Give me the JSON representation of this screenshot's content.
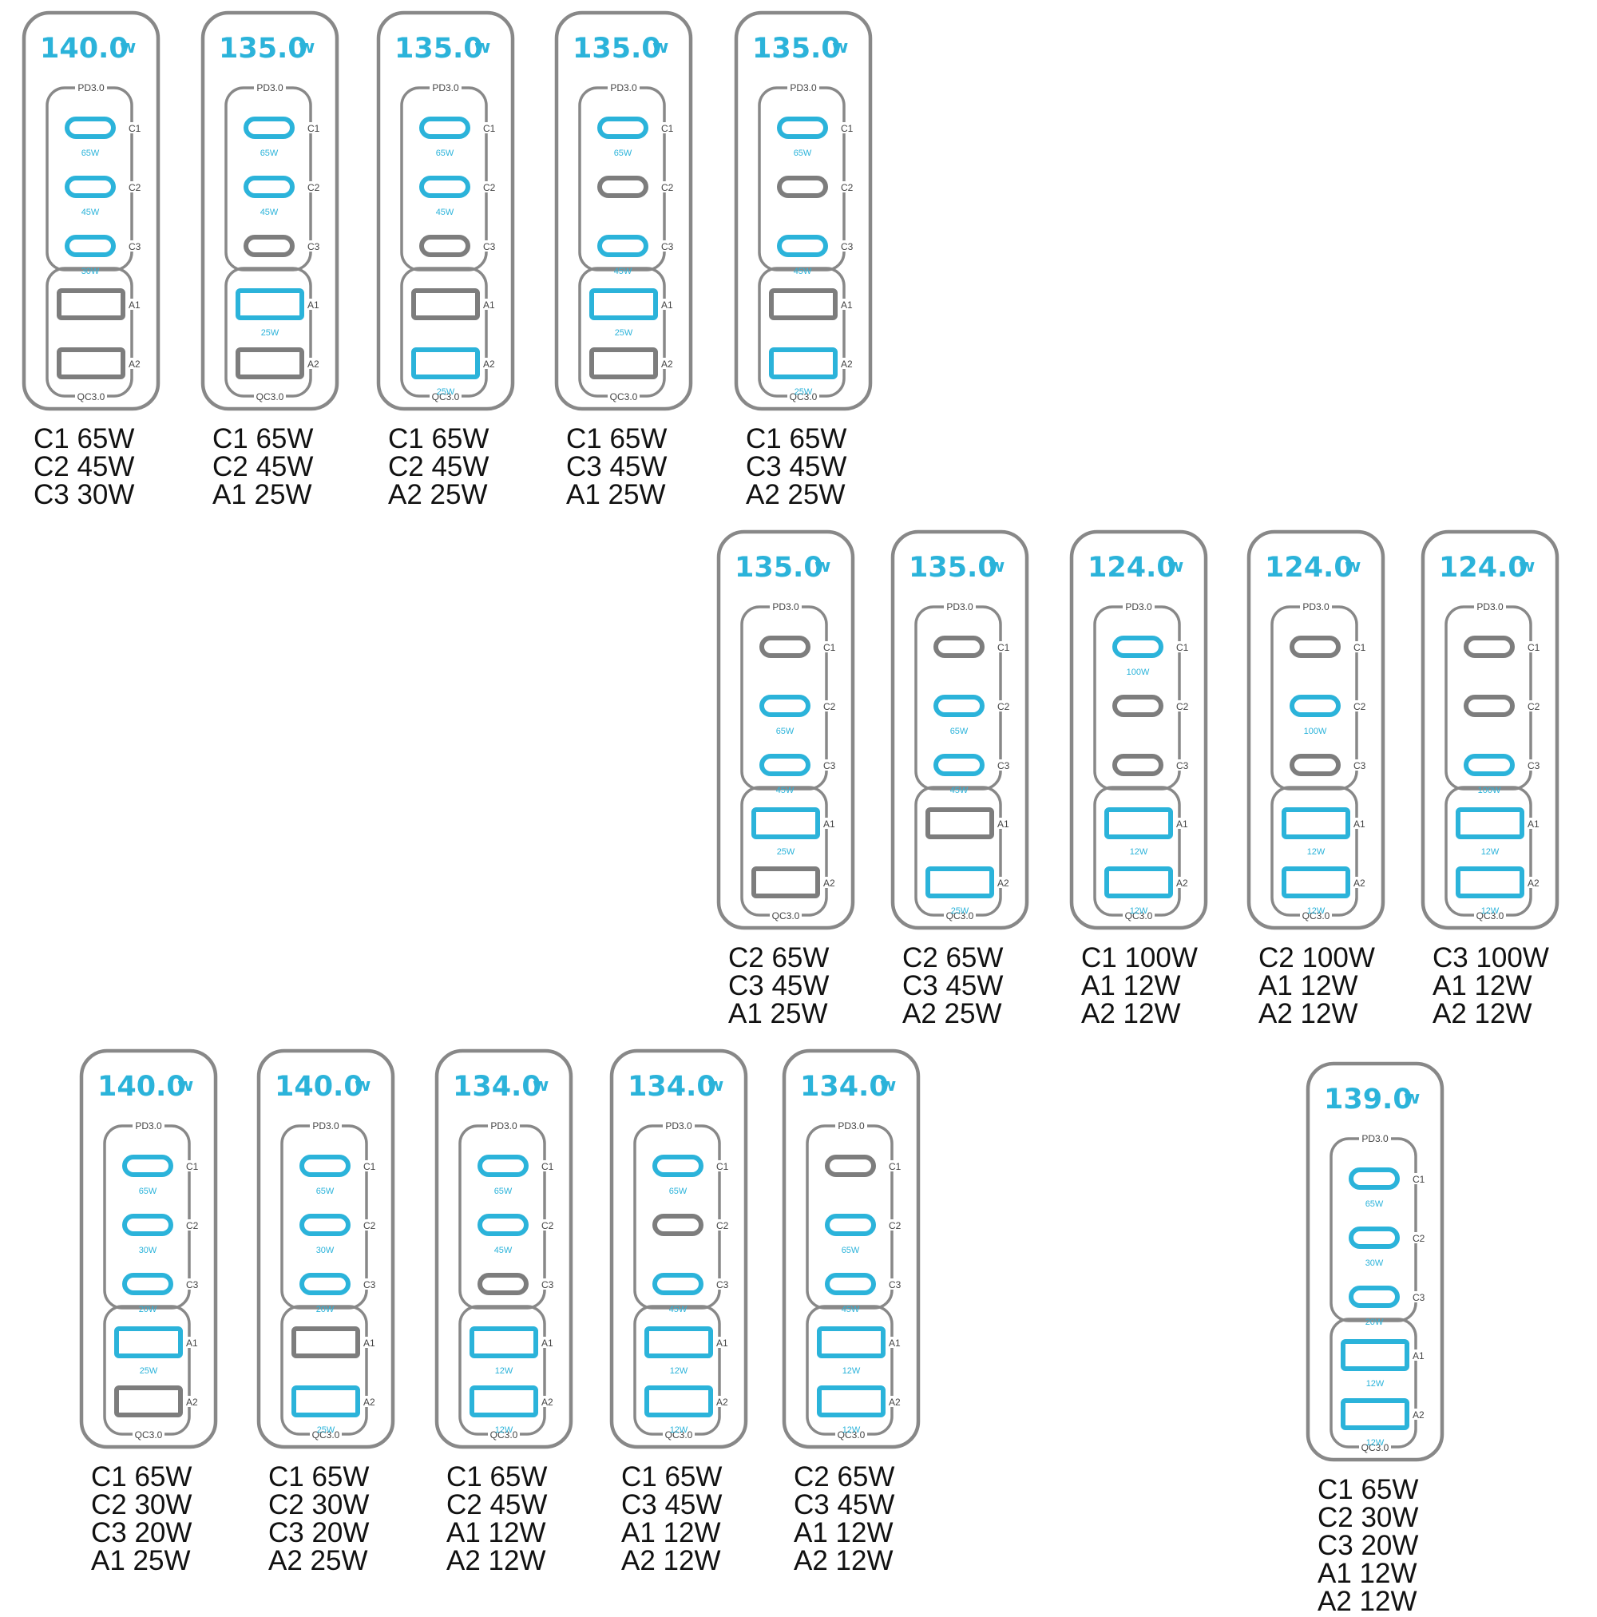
{
  "labels": {
    "pd": "PD3.0",
    "qc": "QC3.0",
    "unit": "w"
  },
  "cards": [
    {
      "total": "140.0",
      "ports": {
        "C1": "65W",
        "C2": "45W",
        "C3": "30W",
        "A1": "",
        "A2": ""
      },
      "lines": [
        "C1 65W",
        "C2 45W",
        "C3 30W"
      ]
    },
    {
      "total": "135.0",
      "ports": {
        "C1": "65W",
        "C2": "45W",
        "C3": "",
        "A1": "25W",
        "A2": ""
      },
      "lines": [
        "C1 65W",
        "C2 45W",
        "A1 25W"
      ]
    },
    {
      "total": "135.0",
      "ports": {
        "C1": "65W",
        "C2": "45W",
        "C3": "",
        "A1": "",
        "A2": "25W"
      },
      "lines": [
        "C1 65W",
        "C2 45W",
        "A2 25W"
      ]
    },
    {
      "total": "135.0",
      "ports": {
        "C1": "65W",
        "C2": "",
        "C3": "45W",
        "A1": "25W",
        "A2": ""
      },
      "lines": [
        "C1 65W",
        "C3 45W",
        "A1 25W"
      ]
    },
    {
      "total": "135.0",
      "ports": {
        "C1": "65W",
        "C2": "",
        "C3": "45W",
        "A1": "",
        "A2": "25W"
      },
      "lines": [
        "C1 65W",
        "C3 45W",
        "A2 25W"
      ]
    },
    {
      "total": "135.0",
      "ports": {
        "C1": "",
        "C2": "65W",
        "C3": "45W",
        "A1": "25W",
        "A2": ""
      },
      "lines": [
        "C2 65W",
        "C3 45W",
        "A1 25W"
      ]
    },
    {
      "total": "135.0",
      "ports": {
        "C1": "",
        "C2": "65W",
        "C3": "45W",
        "A1": "",
        "A2": "25W"
      },
      "lines": [
        "C2 65W",
        "C3 45W",
        "A2 25W"
      ]
    },
    {
      "total": "124.0",
      "ports": {
        "C1": "100W",
        "C2": "",
        "C3": "",
        "A1": "12W",
        "A2": "12W"
      },
      "lines": [
        "C1 100W",
        "A1 12W",
        "A2 12W"
      ]
    },
    {
      "total": "124.0",
      "ports": {
        "C1": "",
        "C2": "100W",
        "C3": "",
        "A1": "12W",
        "A2": "12W"
      },
      "lines": [
        "C2 100W",
        "A1 12W",
        "A2 12W"
      ]
    },
    {
      "total": "124.0",
      "ports": {
        "C1": "",
        "C2": "",
        "C3": "100W",
        "A1": "12W",
        "A2": "12W"
      },
      "lines": [
        "C3 100W",
        "A1 12W",
        "A2 12W"
      ]
    },
    {
      "total": "140.0",
      "ports": {
        "C1": "65W",
        "C2": "30W",
        "C3": "20W",
        "A1": "25W",
        "A2": ""
      },
      "lines": [
        "C1 65W",
        "C2 30W",
        "C3 20W",
        "A1 25W"
      ]
    },
    {
      "total": "140.0",
      "ports": {
        "C1": "65W",
        "C2": "30W",
        "C3": "20W",
        "A1": "",
        "A2": "25W"
      },
      "lines": [
        "C1 65W",
        "C2 30W",
        "C3 20W",
        "A2 25W"
      ]
    },
    {
      "total": "134.0",
      "ports": {
        "C1": "65W",
        "C2": "45W",
        "C3": "",
        "A1": "12W",
        "A2": "12W"
      },
      "lines": [
        "C1 65W",
        "C2 45W",
        "A1 12W",
        "A2 12W"
      ]
    },
    {
      "total": "134.0",
      "ports": {
        "C1": "65W",
        "C2": "",
        "C3": "45W",
        "A1": "12W",
        "A2": "12W"
      },
      "lines": [
        "C1 65W",
        "C3 45W",
        "A1 12W",
        "A2 12W"
      ]
    },
    {
      "total": "134.0",
      "ports": {
        "C1": "",
        "C2": "65W",
        "C3": "45W",
        "A1": "12W",
        "A2": "12W"
      },
      "lines": [
        "C2 65W",
        "C3 45W",
        "A1 12W",
        "A2 12W"
      ]
    },
    {
      "total": "139.0",
      "ports": {
        "C1": "65W",
        "C2": "30W",
        "C3": "20W",
        "A1": "12W",
        "A2": "12W"
      },
      "lines": [
        "C1 65W",
        "C2 30W",
        "C3 20W",
        "A1 12W",
        "A2 12W"
      ]
    }
  ]
}
